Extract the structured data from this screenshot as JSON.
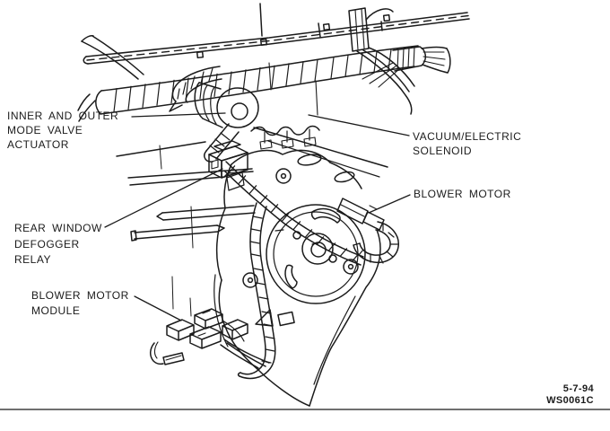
{
  "page": {
    "background": "#ffffff",
    "line_color": "#1b1b1b"
  },
  "labels": {
    "actuator": {
      "lines": [
        "INNER AND OUTER",
        "MODE VALVE",
        "ACTUATOR"
      ]
    },
    "solenoid": {
      "lines": [
        "VACUUM/ELECTRIC",
        "SOLENOID"
      ]
    },
    "blower_motor": {
      "lines": [
        "BLOWER MOTOR"
      ]
    },
    "defogger_relay": {
      "lines": [
        "REAR WINDOW",
        "DEFOGGER",
        "RELAY"
      ]
    },
    "blower_module": {
      "lines": [
        "BLOWER MOTOR",
        "MODULE"
      ]
    }
  },
  "footer": {
    "date": "5-7-94",
    "code": "WS0061C"
  }
}
